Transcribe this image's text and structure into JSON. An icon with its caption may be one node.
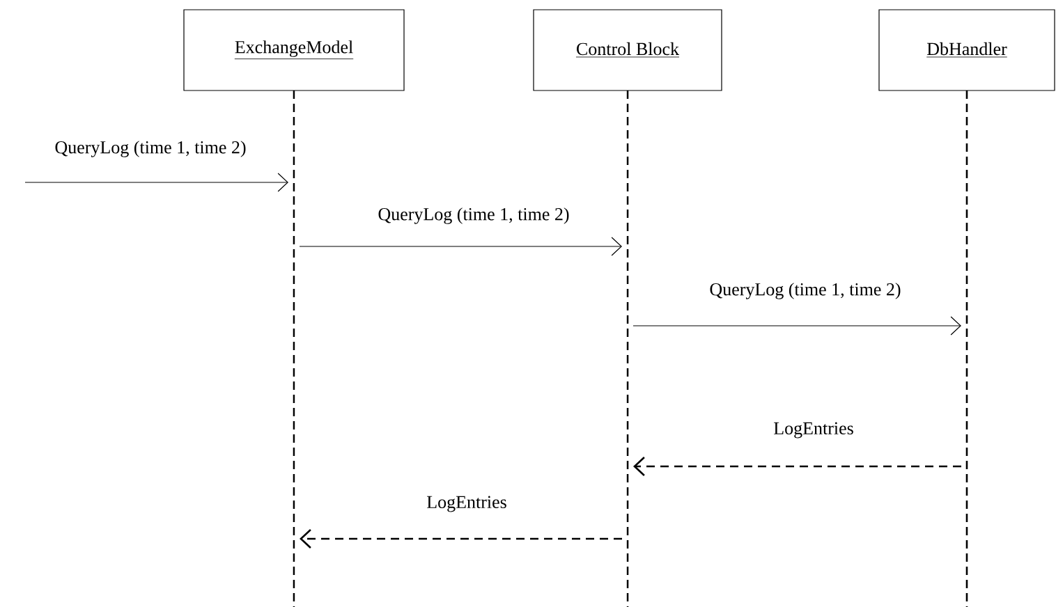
{
  "diagram": {
    "nodes": [
      {
        "text": [
          "ExchangeModel"
        ]
      },
      {
        "text": [
          "Control Block"
        ]
      },
      {
        "text": [
          "DbHandler"
        ]
      }
    ],
    "edges": [
      {
        "from": null,
        "to": 0,
        "arrow": "to",
        "label": "QueryLog (time 1, time 2)"
      },
      {
        "from": 0,
        "to": 1,
        "arrow": "to",
        "label": "QueryLog (time 1, time 2)"
      },
      {
        "from": 1,
        "to": 2,
        "arrow": "to",
        "label": "QueryLog (time 1, time 2)"
      },
      {
        "from": 2,
        "to": 1,
        "arrow": "to",
        "label": "LogEntries",
        "style": "dashed"
      },
      {
        "from": 1,
        "to": 0,
        "arrow": "to",
        "label": "LogEntries",
        "style": "dashed"
      }
    ]
  }
}
